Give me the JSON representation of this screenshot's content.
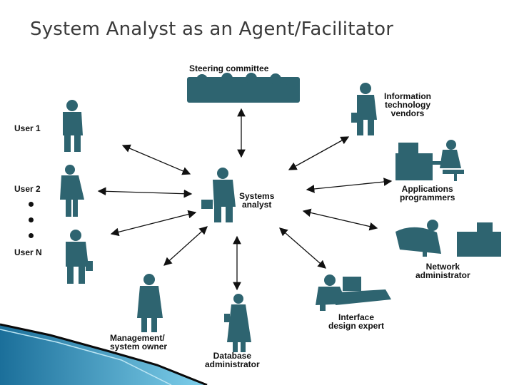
{
  "title": "System Analyst as an Agent/Facilitator",
  "nodes": {
    "center": {
      "label": "Systems analyst",
      "lines": [
        "Systems",
        "analyst"
      ]
    },
    "steering": {
      "label": "Steering committee",
      "lines": [
        "Steering committee"
      ]
    },
    "it_vendors": {
      "label": "Information technology vendors",
      "lines": [
        "Information",
        "technology",
        "vendors"
      ]
    },
    "app_programmers": {
      "label": "Applications programmers",
      "lines": [
        "Applications",
        "programmers"
      ]
    },
    "network_admin": {
      "label": "Network administrator",
      "lines": [
        "Network",
        "administrator"
      ]
    },
    "interface_expert": {
      "label": "Interface design expert",
      "lines": [
        "Interface",
        "design expert"
      ]
    },
    "db_admin": {
      "label": "Database administrator",
      "lines": [
        "Database",
        "administrator"
      ]
    },
    "management": {
      "label": "Management/ system owner",
      "lines": [
        "Management/",
        "system owner"
      ]
    },
    "user1": {
      "label": "User 1",
      "lines": [
        "User 1"
      ]
    },
    "user2": {
      "label": "User 2",
      "lines": [
        "User 2"
      ]
    },
    "userN": {
      "label": "User N",
      "lines": [
        "User N"
      ]
    }
  },
  "colors": {
    "figure": "#2e6470",
    "arrow": "#111111",
    "title": "#3a3a3a",
    "accent_blue": "#4ab0d8"
  }
}
